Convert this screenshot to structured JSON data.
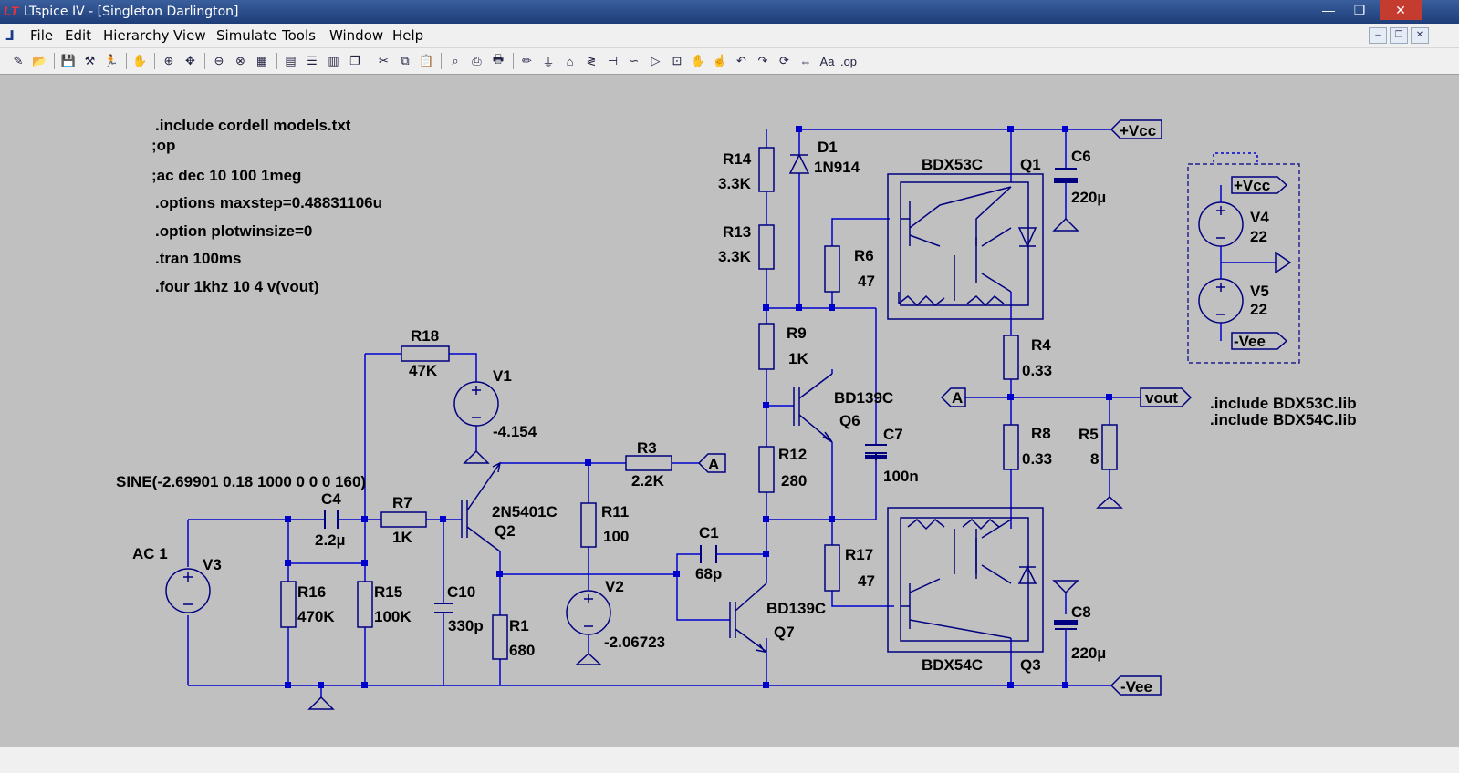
{
  "window": {
    "title": "LTspice IV - [Singleton Darlington]",
    "app_icon": "ltspice-logo-icon",
    "minimize": "—",
    "maximize": "❐",
    "close": "✕"
  },
  "menu": {
    "items": [
      "File",
      "Edit",
      "Hierarchy",
      "View",
      "Simulate",
      "Tools",
      "Window",
      "Help"
    ],
    "app_menu_icon": "ltspice-menu-icon"
  },
  "toolbar": {
    "icons": [
      "new-schematic-icon",
      "open-icon",
      "save-icon",
      "control-panel-icon",
      "run-icon",
      "halt-icon",
      "zoom-in-icon",
      "pan-icon",
      "zoom-out-icon",
      "zoom-fit-icon",
      "autorange-icon",
      "grid-icon",
      "tile-horizontal-icon",
      "tile-vertical-icon",
      "cascade-icon",
      "cut-icon",
      "copy-icon",
      "paste-icon",
      "find-icon",
      "print-setup-icon",
      "print-icon",
      "wire-icon",
      "ground-icon",
      "label-net-icon",
      "resistor-icon",
      "capacitor-icon",
      "inductor-icon",
      "diode-icon",
      "component-icon",
      "move-icon",
      "drag-icon",
      "undo-icon",
      "redo-icon",
      "rotate-icon",
      "mirror-icon",
      "text-icon",
      "spice-directive-icon"
    ]
  },
  "colors": {
    "wire": "#0000cd",
    "canvas": "#c0c0c0",
    "component": "#000080"
  },
  "directives": [
    ".include cordell models.txt",
    ";op",
    ";ac dec 10 100 1meg",
    ".options maxstep=0.48831106u",
    ".option plotwinsize=0",
    ".tran 100ms",
    ".four 1khz 10 4 v(vout)"
  ],
  "lib_directives": [
    ".include BDX53C.lib",
    ".include BDX54C.lib"
  ],
  "flags": {
    "vcc": "+Vcc",
    "vee": "-Vee",
    "a": "A",
    "vout": "vout"
  },
  "components": {
    "R14": {
      "name": "R14",
      "value": "3.3K"
    },
    "R13": {
      "name": "R13",
      "value": "3.3K"
    },
    "D1": {
      "name": "D1",
      "value": "1N914"
    },
    "R6": {
      "name": "R6",
      "value": "47"
    },
    "R9": {
      "name": "R9",
      "value": "1K"
    },
    "R12": {
      "name": "R12",
      "value": "280"
    },
    "R17": {
      "name": "R17",
      "value": "47"
    },
    "Q6": {
      "name": "Q6",
      "value": "BD139C"
    },
    "Q7": {
      "name": "Q7",
      "value": "BD139C"
    },
    "C7": {
      "name": "C7",
      "value": "100n"
    },
    "C1": {
      "name": "C1",
      "value": "68p"
    },
    "R18": {
      "name": "R18",
      "value": "47K"
    },
    "V1": {
      "name": "V1",
      "value": "-4.154"
    },
    "R3": {
      "name": "R3",
      "value": "2.2K"
    },
    "R11": {
      "name": "R11",
      "value": "100"
    },
    "V2": {
      "name": "V2",
      "value": "-2.06723"
    },
    "R1": {
      "name": "R1",
      "value": "680"
    },
    "Q2": {
      "name": "Q2",
      "value": "2N5401C"
    },
    "C4": {
      "name": "C4",
      "value": "2.2µ"
    },
    "R7": {
      "name": "R7",
      "value": "1K"
    },
    "R16": {
      "name": "R16",
      "value": "470K"
    },
    "R15": {
      "name": "R15",
      "value": "100K"
    },
    "C10": {
      "name": "C10",
      "value": "330p"
    },
    "V3": {
      "name": "V3",
      "value": "AC 1"
    },
    "V3_sine": "SINE(-2.69901 0.18 1000 0 0 0 160)",
    "Q1": {
      "name": "Q1",
      "value": "BDX53C"
    },
    "Q3": {
      "name": "Q3",
      "value": "BDX54C"
    },
    "C6": {
      "name": "C6",
      "value": "220µ"
    },
    "C8": {
      "name": "C8",
      "value": "220µ"
    },
    "R4": {
      "name": "R4",
      "value": "0.33"
    },
    "R8": {
      "name": "R8",
      "value": "0.33"
    },
    "R5": {
      "name": "R5",
      "value": "8"
    },
    "V4": {
      "name": "V4",
      "value": "22"
    },
    "V5": {
      "name": "V5",
      "value": "22"
    }
  }
}
